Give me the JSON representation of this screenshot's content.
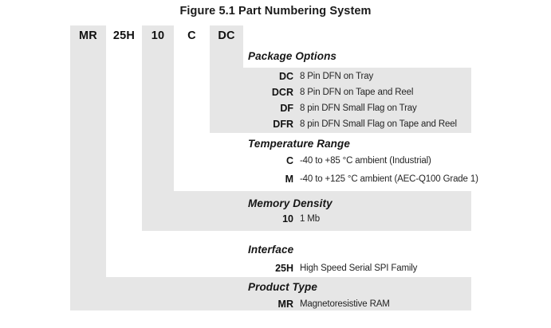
{
  "figure": {
    "title": "Figure 5.1 Part Numbering System",
    "colors": {
      "shade": "#e6e6e6",
      "background": "#ffffff",
      "text": "#1b1b1b"
    }
  },
  "part_number": {
    "segments": [
      {
        "code": "MR",
        "shaded": true
      },
      {
        "code": "25H",
        "shaded": false
      },
      {
        "code": "10",
        "shaded": true
      },
      {
        "code": "C",
        "shaded": false
      },
      {
        "code": "DC",
        "shaded": true
      }
    ]
  },
  "sections": [
    {
      "title": "Package Options",
      "options": [
        {
          "code": "DC",
          "description": "8 Pin DFN on Tray"
        },
        {
          "code": "DCR",
          "description": "8 Pin DFN on Tape and Reel"
        },
        {
          "code": "DF",
          "description": "8 pin DFN Small Flag on Tray"
        },
        {
          "code": "DFR",
          "description": "8 pin DFN Small Flag on Tape and Reel"
        }
      ]
    },
    {
      "title": "Temperature Range",
      "options": [
        {
          "code": "C",
          "description": "-40 to +85 °C ambient (Industrial)"
        },
        {
          "code": "M",
          "description": "-40  to +125 °C ambient (AEC-Q100 Grade 1)"
        }
      ]
    },
    {
      "title": "Memory Density",
      "options": [
        {
          "code": "10",
          "description": "1 Mb"
        }
      ]
    },
    {
      "title": "Interface",
      "options": [
        {
          "code": "25H",
          "description": "High Speed Serial SPI Family"
        }
      ]
    },
    {
      "title": "Product Type",
      "options": [
        {
          "code": "MR",
          "description": "Magnetoresistive RAM"
        }
      ]
    }
  ]
}
